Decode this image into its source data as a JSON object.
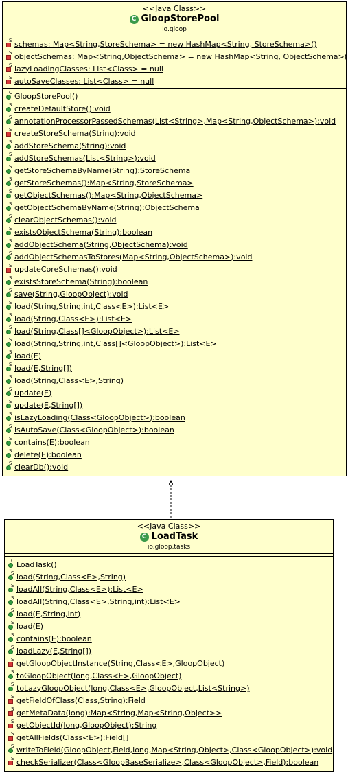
{
  "class1": {
    "stereotype": "<<Java Class>>",
    "name": "GloopStorePool",
    "package": "io.gloop",
    "fields": [
      {
        "text": "schemas: Map<String,StoreSchema> = new HashMap<String, StoreSchema>()",
        "vis": "private",
        "static": true
      },
      {
        "text": "objectSchemas: Map<String,ObjectSchema> = new HashMap<String, ObjectSchema>()",
        "vis": "private",
        "static": true
      },
      {
        "text": "lazyLoadingClasses: List<Class> = null",
        "vis": "private",
        "static": true
      },
      {
        "text": "autoSaveClasses: List<Class> = null",
        "vis": "private",
        "static": true
      }
    ],
    "methods": [
      {
        "text": "GloopStorePool()",
        "vis": "public",
        "static": false,
        "ctor": true
      },
      {
        "text": "createDefaultStore():void",
        "vis": "public",
        "static": true
      },
      {
        "text": "annotationProcessorPassedSchemas(List<String>,Map<String,ObjectSchema>):void",
        "vis": "public",
        "static": true
      },
      {
        "text": "createStoreSchema(String):void",
        "vis": "private",
        "static": true
      },
      {
        "text": "addStoreSchema(String):void",
        "vis": "public",
        "static": true
      },
      {
        "text": "addStoreSchemas(List<String>):void",
        "vis": "public",
        "static": true
      },
      {
        "text": "getStoreSchemaByName(String):StoreSchema",
        "vis": "public",
        "static": true
      },
      {
        "text": "getStoreSchemas():Map<String,StoreSchema>",
        "vis": "public",
        "static": true
      },
      {
        "text": "getObjectSchemas():Map<String,ObjectSchema>",
        "vis": "public",
        "static": true
      },
      {
        "text": "getObjectSchemaByName(String):ObjectSchema",
        "vis": "public",
        "static": true
      },
      {
        "text": "clearObjectSchemas():void",
        "vis": "public",
        "static": true
      },
      {
        "text": "existsObjectSchema(String):boolean",
        "vis": "public",
        "static": true
      },
      {
        "text": "addObjectSchema(String,ObjectSchema):void",
        "vis": "public",
        "static": true
      },
      {
        "text": "addObjectSchemasToStores(Map<String,ObjectSchema>):void",
        "vis": "public",
        "static": true
      },
      {
        "text": "updateCoreSchemas():void",
        "vis": "private",
        "static": true
      },
      {
        "text": "existsStoreSchema(String):boolean",
        "vis": "public",
        "static": true
      },
      {
        "text": "save(String,GloopObject):void",
        "vis": "public",
        "static": true
      },
      {
        "text": "load(String,String,int,Class<E>):List<E>",
        "vis": "public",
        "static": true
      },
      {
        "text": "load(String,Class<E>):List<E>",
        "vis": "public",
        "static": true
      },
      {
        "text": "load(String,Class[]<GloopObject>):List<E>",
        "vis": "public",
        "static": true
      },
      {
        "text": "load(String,String,int,Class[]<GloopObject>):List<E>",
        "vis": "public",
        "static": true
      },
      {
        "text": "load(E)",
        "vis": "public",
        "static": true
      },
      {
        "text": "load(E,String[])",
        "vis": "public",
        "static": true
      },
      {
        "text": "load(String,Class<E>,String)",
        "vis": "public",
        "static": true
      },
      {
        "text": "update(E)",
        "vis": "public",
        "static": true
      },
      {
        "text": "update(E,String[])",
        "vis": "public",
        "static": true
      },
      {
        "text": "isLazyLoading(Class<GloopObject>):boolean",
        "vis": "public",
        "static": true
      },
      {
        "text": "isAutoSave(Class<GloopObject>):boolean",
        "vis": "public",
        "static": true
      },
      {
        "text": "contains(E):boolean",
        "vis": "public",
        "static": true
      },
      {
        "text": "delete(E):boolean",
        "vis": "public",
        "static": true
      },
      {
        "text": "clearDb():void",
        "vis": "public",
        "static": true
      }
    ]
  },
  "class2": {
    "stereotype": "<<Java Class>>",
    "name": "LoadTask",
    "package": "io.gloop.tasks",
    "fields": [],
    "methods": [
      {
        "text": "LoadTask()",
        "vis": "public",
        "static": false,
        "ctor": true
      },
      {
        "text": "load(String,Class<E>,String)",
        "vis": "public",
        "static": true
      },
      {
        "text": "loadAll(String,Class<E>):List<E>",
        "vis": "public",
        "static": true
      },
      {
        "text": "loadAll(String,Class<E>,String,int):List<E>",
        "vis": "public",
        "static": true
      },
      {
        "text": "load(E,String,int)",
        "vis": "public",
        "static": true
      },
      {
        "text": "load(E)",
        "vis": "public",
        "static": true
      },
      {
        "text": "contains(E):boolean",
        "vis": "public",
        "static": true
      },
      {
        "text": "loadLazy(E,String[])",
        "vis": "public",
        "static": true
      },
      {
        "text": "getGloopObjectInstance(String,Class<E>,GloopObject)",
        "vis": "private",
        "static": true
      },
      {
        "text": "toGloopObject(long,Class<E>,GloopObject)",
        "vis": "public",
        "static": true
      },
      {
        "text": "toLazyGloopObject(long,Class<E>,GloopObject,List<String>)",
        "vis": "public",
        "static": true
      },
      {
        "text": "getFieldOfClass(Class,String):Field",
        "vis": "private",
        "static": true
      },
      {
        "text": "getMetaData(long):Map<String,Map<String,Object>>",
        "vis": "private",
        "static": true
      },
      {
        "text": "getObjectId(long,GloopObject):String",
        "vis": "private",
        "static": true
      },
      {
        "text": "getAllFields(Class<E>):Field[]",
        "vis": "private",
        "static": true
      },
      {
        "text": "writeToField(GloopObject,Field,long,Map<String,Object>,Class<GloopObject>):void",
        "vis": "public",
        "static": true
      },
      {
        "text": "checkSerializer(Class<GloopBaseSerialize>,Class<GloopObject>,Field):boolean",
        "vis": "private",
        "static": true
      }
    ]
  },
  "colors": {
    "fill": "#ffffcc",
    "public": "#2f9e3f",
    "private": "#d83838"
  }
}
